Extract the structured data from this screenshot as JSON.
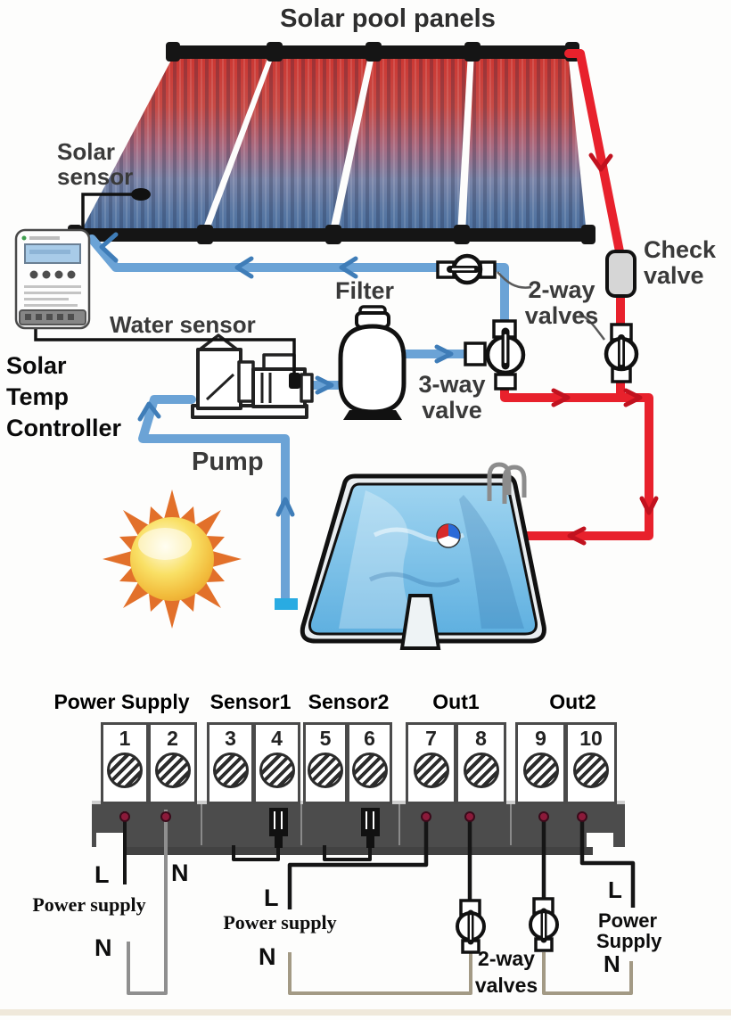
{
  "title": "Solar pool panels",
  "colors": {
    "hot_pipe": "#e8212c",
    "cold_pipe": "#6ba3d6",
    "panel_top": "#cd3832",
    "panel_bottom": "#4b6f9e",
    "label_gray": "#3a3a3a",
    "rail_gray": "#4c4c4c",
    "sun_orange": "#e2702a"
  },
  "system": {
    "solar_sensor": {
      "line1": "Solar",
      "line2": "sensor"
    },
    "check_valve": {
      "line1": "Check",
      "line2": "valve"
    },
    "two_way_valves": {
      "line1": "2-way",
      "line2": "valves"
    },
    "filter": "Filter",
    "water_sensor": "Water sensor",
    "three_way_valve": {
      "line1": "3-way",
      "line2": "valve"
    },
    "pump": "Pump",
    "controller": {
      "line1": "Solar",
      "line2": "Temp",
      "line3": "Controller"
    }
  },
  "wiring": {
    "groups": [
      {
        "label": "Power Supply",
        "terminals": [
          "1",
          "2"
        ]
      },
      {
        "label": "Sensor1",
        "terminals": [
          "3",
          "4"
        ]
      },
      {
        "label": "Sensor2",
        "terminals": [
          "5",
          "6"
        ]
      },
      {
        "label": "Out1",
        "terminals": [
          "7",
          "8"
        ]
      },
      {
        "label": "Out2",
        "terminals": [
          "9",
          "10"
        ]
      }
    ],
    "left_supply": {
      "l": "L",
      "terminal_n": "N",
      "label": "Power supply",
      "n": "N"
    },
    "mid_supply": {
      "l": "L",
      "label": "Power supply",
      "n": "N"
    },
    "right_supply": {
      "l": "L",
      "label_line1": "Power",
      "label_line2": "Supply",
      "n": "N"
    },
    "bottom_valves": {
      "line1": "2-way",
      "line2": "valves"
    }
  }
}
